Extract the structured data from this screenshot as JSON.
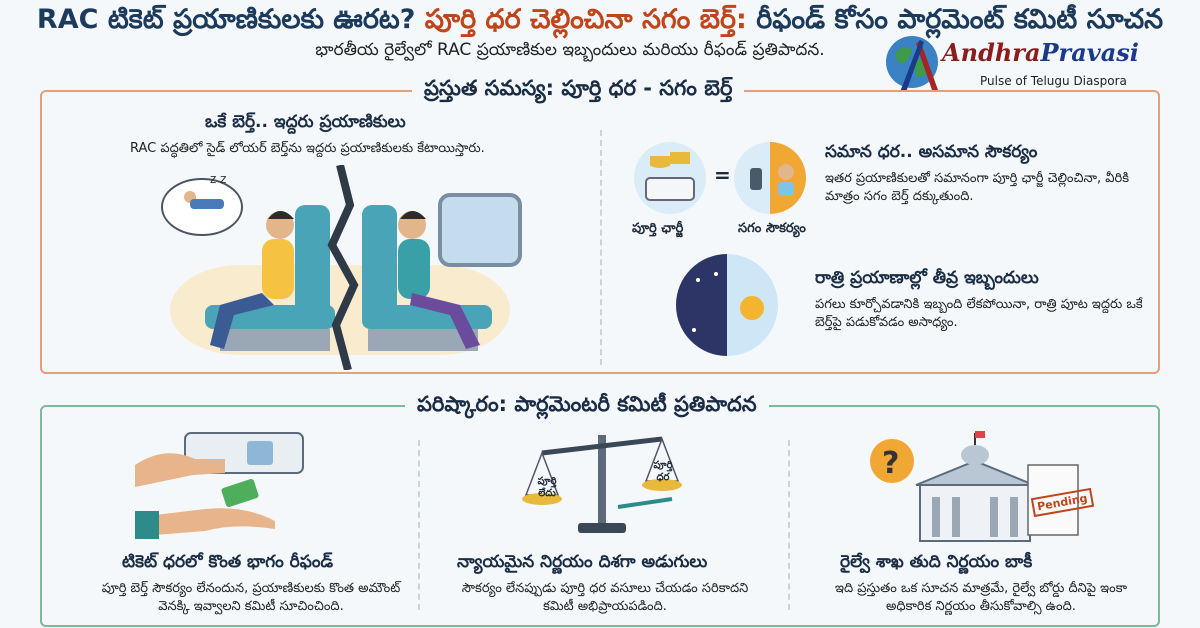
{
  "header": {
    "title_part1": "RAC టికెట్ ప్రయాణికులకు ఊరట? ",
    "title_part2": "పూర్తి ధర చెల్లించినా సగం బెర్త్:",
    "title_part3": " రీఫండ్ కోసం పార్లమెంట్ కమిటీ సూచన",
    "subtitle": "భారతీయ రైల్వేలో RAC ప్రయాణికుల ఇబ్బందులు మరియు రీఫండ్ ప్రతిపాదన."
  },
  "logo": {
    "name_part1": "Andhra",
    "name_part2": "Pravasi",
    "tagline": "Pulse of Telugu Diaspora"
  },
  "problem_section": {
    "heading": "ప్రస్తుత సమస్య: పూర్తి ధర - సగం బెర్త్",
    "berth": {
      "title": "ఒకే బెర్త్.. ఇద్దరు ప్రయాణికులు",
      "text": "RAC పద్ధతిలో సైడ్ లోయర్ బెర్త్‌ను ఇద్దరు ప్రయాణికులకు కేటాయిస్తారు."
    },
    "equal_fare": {
      "title": "సమాన ధర.. అసమాన సౌకర్యం",
      "text": "ఇతర ప్రయాణికులతో సమానంగా పూర్తి ఛార్జీ చెల్లించినా, వీరికి మాత్రం సగం బెర్త్ దక్కుతుంది.",
      "label_left": "పూర్తి ఛార్జీ",
      "label_right": "సగం సౌకర్యం"
    },
    "night": {
      "title": "రాత్రి ప్రయాణాల్లో తీవ్ర ఇబ్బందులు",
      "text": "పగలు కూర్చోవడానికి ఇబ్బంది లేకపోయినా, రాత్రి పూట ఇద్దరు ఒకే బెర్త్‌పై పడుకోవడం అసాధ్యం."
    }
  },
  "solution_section": {
    "heading": "పరిష్కారం: పార్లమెంటరీ కమిటీ ప్రతిపాదన",
    "refund": {
      "title": "టికెట్ ధరలో కొంత భాగం రీఫండ్",
      "text": "పూర్తి బెర్త్ సౌకర్యం లేనందున, ప్రయాణికులకు కొంత అమౌంట్ వెనక్కి ఇవ్వాలని కమిటీ సూచించింది."
    },
    "justice": {
      "title": "న్యాయమైన నిర్ణయం దిశగా అడుగులు",
      "text": "సౌకర్యం లేనప్పుడు పూర్తి ధర వసూలు చేయడం సరికాదని కమిటీ అభిప్రాయపడింది.",
      "scale_left": "పూర్తి లేదు",
      "scale_right": "పూర్తి ధర"
    },
    "pending": {
      "title": "రైల్వే శాఖ తుది నిర్ణయం బాకీ",
      "text": "ఇది ప్రస్తుతం ఒక సూచన మాత్రమే, రైల్వే బోర్డు దీనిపై ఇంకా అధికారిక నిర్ణయం తీసుకోవాల్సి ఉంది.",
      "stamp": "Pending"
    }
  },
  "colors": {
    "title_dark": "#1b3a5c",
    "title_highlight": "#c0451a",
    "problem_border": "#e3a07a",
    "solution_border": "#7fb89a"
  }
}
